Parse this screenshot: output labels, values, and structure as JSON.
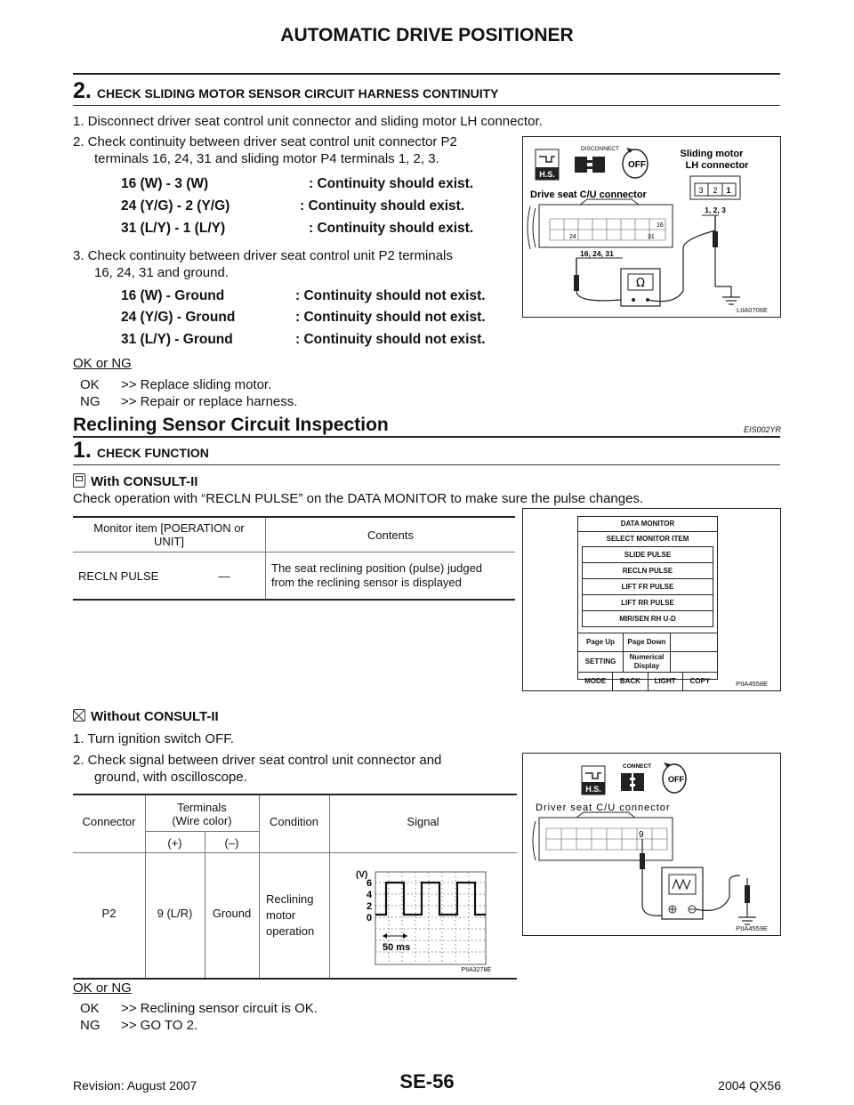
{
  "header": {
    "title": "AUTOMATIC DRIVE POSITIONER"
  },
  "step2": {
    "number": "2.",
    "title": "CHECK SLIDING MOTOR SENSOR CIRCUIT HARNESS CONTINUITY",
    "item1": "1.  Disconnect driver seat control unit connector and sliding motor LH connector.",
    "item2a": "2.  Check continuity between driver seat control unit connector P2",
    "item2b": "terminals 16, 24, 31 and sliding motor P4 terminals 1, 2, 3.",
    "continuity": [
      {
        "pins": "16 (W) - 3 (W)",
        "result": ": Continuity should exist."
      },
      {
        "pins": "24 (Y/G) - 2 (Y/G)",
        "result": ": Continuity should exist."
      },
      {
        "pins": "31 (L/Y) - 1 (L/Y)",
        "result": ": Continuity should exist."
      }
    ],
    "item3a": "3.  Check continuity between driver seat control unit P2 terminals",
    "item3b": "16, 24, 31 and ground.",
    "ground": [
      {
        "pins": "16 (W) - Ground",
        "result": ": Continuity should not exist."
      },
      {
        "pins": "24 (Y/G) - Ground",
        "result": ": Continuity should not exist."
      },
      {
        "pins": "31 (L/Y) - Ground",
        "result": ": Continuity should not exist."
      }
    ],
    "ok_or_ng": "OK or NG",
    "ok": {
      "k": "OK",
      "v": ">> Replace sliding motor."
    },
    "ng": {
      "k": "NG",
      "v": ">> Repair or replace harness."
    },
    "figure": {
      "disconnect": "DISCONNECT",
      "hs": "H.S.",
      "off": "OFF",
      "sliding1": "Sliding motor",
      "sliding2": "LH connector",
      "lh_pins": [
        "3",
        "2",
        "1"
      ],
      "lh_terms": "1, 2, 3",
      "cu_label": "Drive seat C/U connector",
      "pin16": "16",
      "pin24": "24",
      "pin31": "31",
      "cu_terms": "16, 24, 31",
      "ohm": "Ω",
      "code": "LIIA0706E"
    }
  },
  "section": {
    "title": "Reclining Sensor Circuit Inspection",
    "code": "EIS002YR"
  },
  "step1": {
    "number": "1.",
    "title": "CHECK FUNCTION",
    "with_consult": "With CONSULT-II",
    "with_desc": "Check operation with “RECLN PULSE” on the DATA MONITOR to make sure the pulse changes.",
    "monitor_table": {
      "h1": "Monitor item [POERATION or UNIT]",
      "h2": "Contents",
      "item": "RECLN PULSE",
      "dash": "—",
      "contents1": "The seat reclining position (pulse) judged",
      "contents2": "from the reclining sensor is displayed"
    },
    "consult_screen": {
      "title": "DATA MONITOR",
      "subtitle": "SELECT MONITOR ITEM",
      "items": [
        "SLIDE PULSE",
        "RECLN PULSE",
        "LIFT FR PULSE",
        "LIFT RR PULSE",
        "MIR/SEN RH U-D"
      ],
      "page_up": "Page Up",
      "page_down": "Page Down",
      "setting": "SETTING",
      "numerical1": "Numerical",
      "numerical2": "Display",
      "mode": "MODE",
      "back": "BACK",
      "light": "LIGHT",
      "copy": "COPY",
      "code": "PIIA4558E"
    },
    "without_consult": "Without CONSULT-II",
    "w_item1": "1.  Turn ignition switch OFF.",
    "w_item2a": "2.  Check signal between driver seat control unit connector and",
    "w_item2b": "ground, with oscilloscope.",
    "signal_table": {
      "connector": "Connector",
      "terminals1": "Terminals",
      "terminals2": "(Wire color)",
      "condition": "Condition",
      "signal": "Signal",
      "plus": "(+)",
      "minus": "(–)",
      "row_connector": "P2",
      "row_plus": "9 (L/R)",
      "row_minus": "Ground",
      "cond1": "Reclining",
      "cond2": "motor",
      "cond3": "operation",
      "unit": "(V)",
      "y_labels": [
        "6",
        "4",
        "2",
        "0"
      ],
      "time": "50 ms",
      "code": "PIIA3278E"
    },
    "osc_figure": {
      "connect": "CONNECT",
      "hs": "H.S.",
      "off": "OFF",
      "cu_label": "Driver seat C/U connector",
      "pin": "9",
      "code": "PIIA4559E"
    },
    "ok_or_ng": "OK or NG",
    "ok": {
      "k": "OK",
      "v": ">> Reclining sensor circuit is OK."
    },
    "ng": {
      "k": "NG",
      "v": ">> GO TO 2."
    }
  },
  "footer": {
    "revision": "Revision: August 2007",
    "page": "SE-56",
    "model": "2004 QX56"
  }
}
